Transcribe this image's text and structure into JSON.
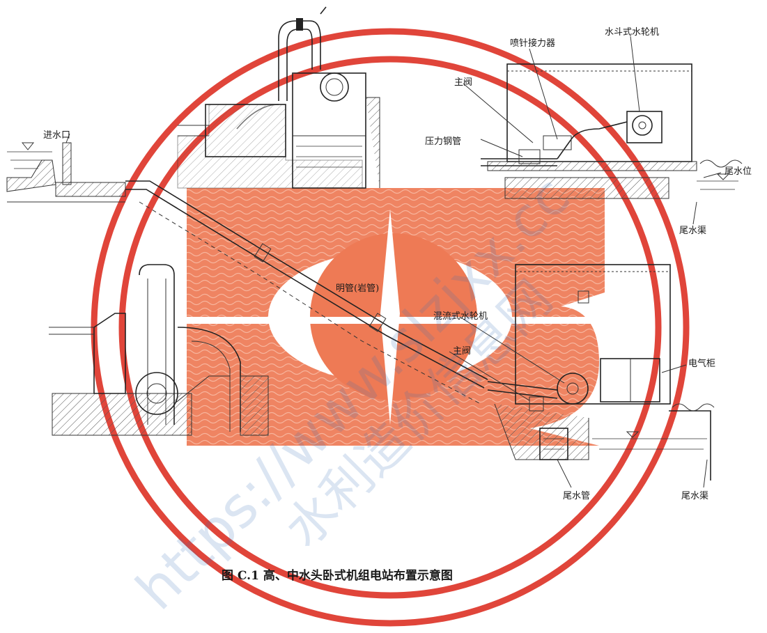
{
  "labels": {
    "intake": "进水口",
    "penstock": "明管(岩管)",
    "main_valve_top": "主阀",
    "needle_servo": "喷针接力器",
    "pelton_turbine": "水斗式水轮机",
    "pressure_steel_pipe": "压力钢管",
    "tail_water_level": "尾水位",
    "tail_channel_top": "尾水渠",
    "francis_turbine": "混流式水轮机",
    "main_valve_bottom": "主阀",
    "electric_cabinet": "电气柜",
    "draft_tube": "尾水管",
    "tail_channel_bottom": "尾水渠"
  },
  "caption": "图 C.1    高、中水头卧式机组电站布置示意图",
  "watermark": {
    "url_text": "https://www.slzjxx.cc",
    "cn_text": "水利造价信息网"
  },
  "colors": {
    "stamp_red": "#e0453a",
    "logo_orange": "#ee7a55",
    "watermark_blue": "#3a6fb8"
  }
}
